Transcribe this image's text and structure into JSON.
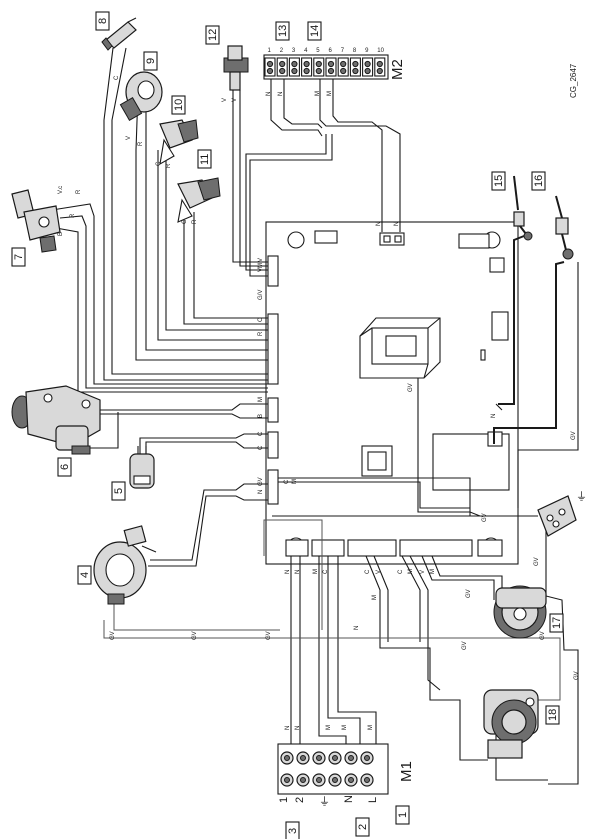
{
  "ref_code": "CG_2647",
  "terminal_blocks": {
    "m2": {
      "name": "M2",
      "terminals": [
        "1",
        "2",
        "3",
        "4",
        "5",
        "6",
        "7",
        "8",
        "9",
        "10"
      ]
    },
    "m1": {
      "name": "M1",
      "terminals": [
        "1",
        "2"
      ],
      "earth_symbol": "⏚"
    }
  },
  "m1_pin_labels": [
    "N",
    "L"
  ],
  "components": [
    {
      "number": "1"
    },
    {
      "number": "2"
    },
    {
      "number": "3"
    },
    {
      "number": "4"
    },
    {
      "number": "5"
    },
    {
      "number": "6"
    },
    {
      "number": "7"
    },
    {
      "number": "8"
    },
    {
      "number": "9"
    },
    {
      "number": "10"
    },
    {
      "number": "11"
    },
    {
      "number": "12"
    },
    {
      "number": "13"
    },
    {
      "number": "14"
    },
    {
      "number": "15"
    },
    {
      "number": "16"
    },
    {
      "number": "17"
    },
    {
      "number": "18"
    }
  ],
  "wire_colour_codes": [
    "N",
    "M",
    "C",
    "V",
    "R",
    "G/V",
    "B",
    "V.c",
    "GV"
  ],
  "colors": {
    "line": "#1a1a1a",
    "component_fill": "#d9d9d9",
    "background": "#ffffff"
  }
}
